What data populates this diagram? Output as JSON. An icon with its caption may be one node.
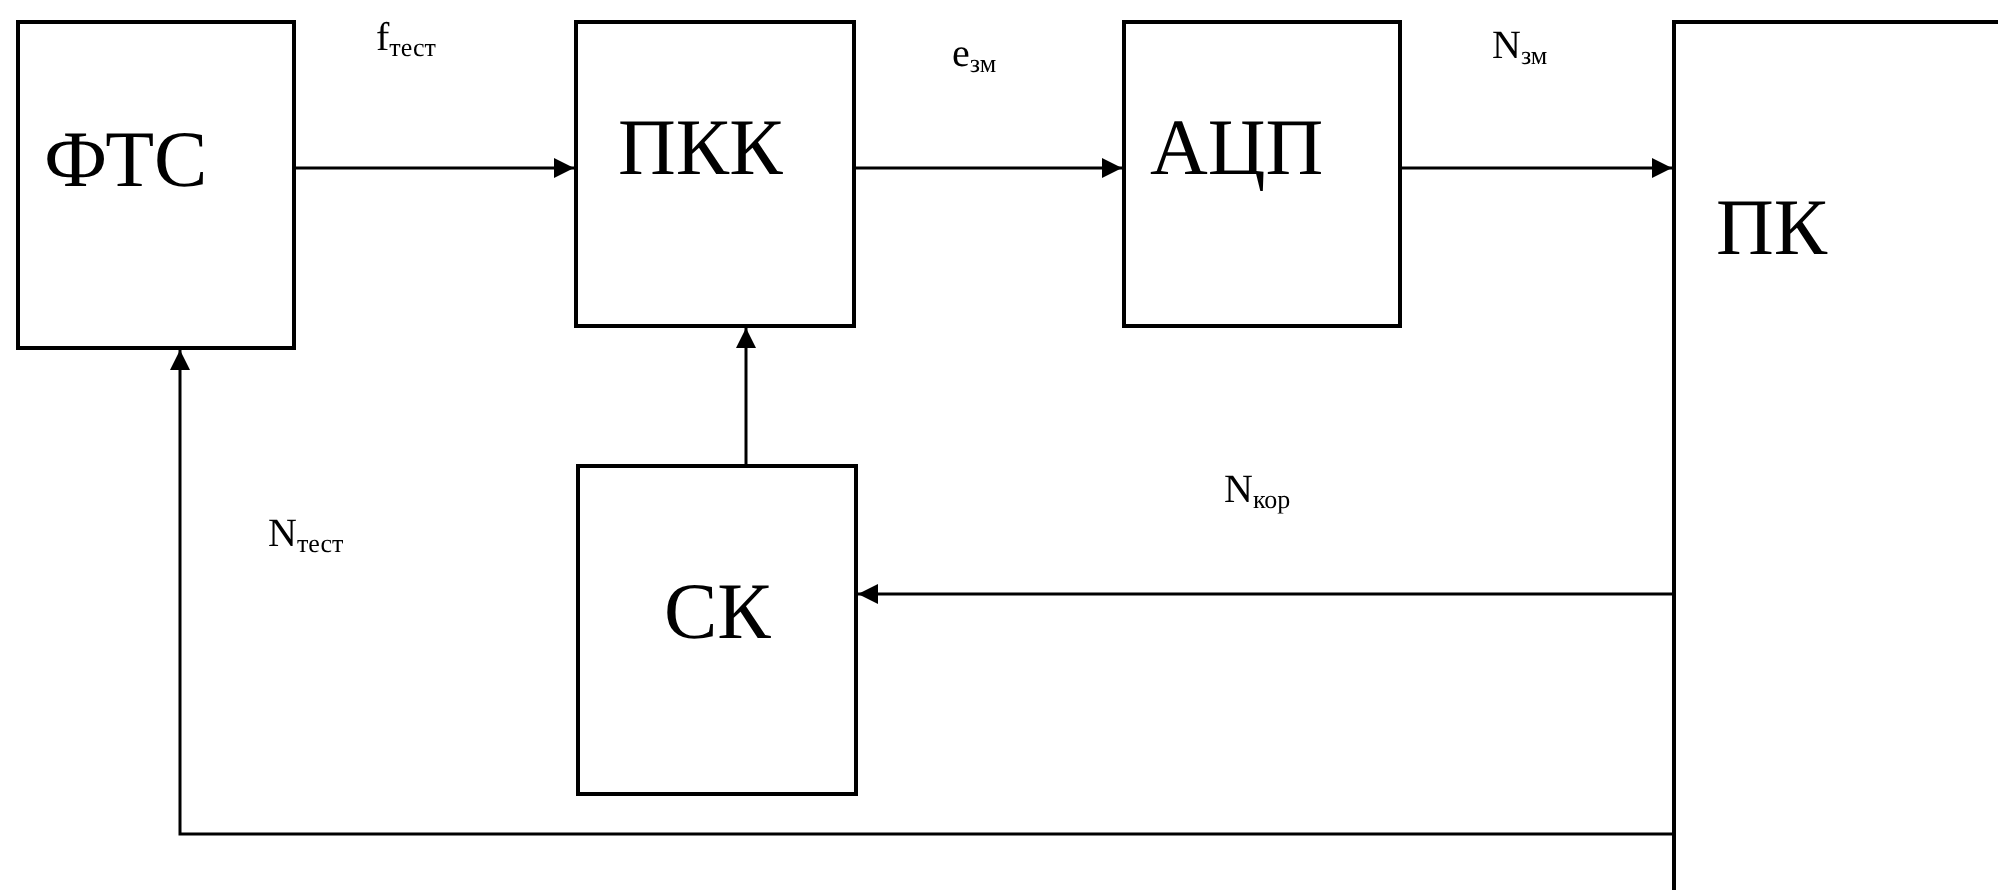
{
  "diagram": {
    "nodes": [
      {
        "text": [
          "ФТС"
        ]
      },
      {
        "text": [
          "ПКК"
        ]
      },
      {
        "text": [
          "АЦП"
        ]
      },
      {
        "text": [
          "ПК"
        ]
      },
      {
        "text": [
          "СК"
        ]
      }
    ],
    "edges": [
      {
        "from": 0,
        "to": 1,
        "arrow": "to",
        "label": "f$_{тест}$"
      },
      {
        "from": 1,
        "to": 2,
        "arrow": "to",
        "label": "e$_{зм}$"
      },
      {
        "from": 2,
        "to": 3,
        "arrow": "to",
        "label": "N$_{зм}$"
      },
      {
        "from": 4,
        "to": 1,
        "arrow": "to"
      },
      {
        "from": 3,
        "to": 4,
        "arrow": "to",
        "label": "N$_{кор}$"
      },
      {
        "from": 3,
        "to": 0,
        "arrow": "to",
        "label": "N$_{тест}$"
      }
    ]
  }
}
